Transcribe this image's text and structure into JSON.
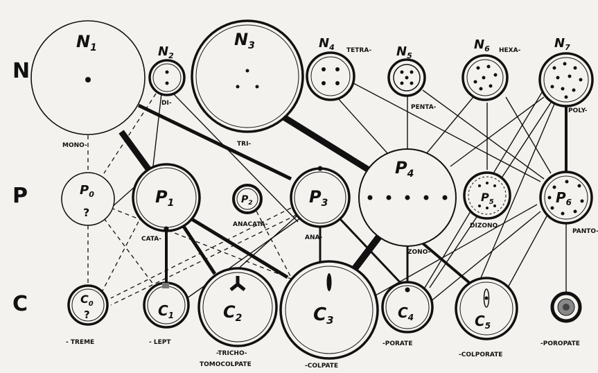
{
  "rows": {
    "n": "N",
    "p": "P",
    "c": "C"
  },
  "nodes": {
    "N1": {
      "label": "N1",
      "base": "N",
      "sub": "1",
      "tag": "MONO-"
    },
    "N2": {
      "label": "N2",
      "base": "N",
      "sub": "2",
      "tag": "DI-"
    },
    "N3": {
      "label": "N3",
      "base": "N",
      "sub": "3",
      "tag": "TRI-"
    },
    "N4": {
      "label": "N4",
      "base": "N",
      "sub": "4",
      "tag": "TETRA-"
    },
    "N5": {
      "label": "N5",
      "base": "N",
      "sub": "5",
      "tag": "PENTA-"
    },
    "N6": {
      "label": "N6",
      "base": "N",
      "sub": "6",
      "tag": "HEXA-"
    },
    "N7": {
      "label": "N7",
      "base": "N",
      "sub": "7",
      "tag": "POLY-"
    },
    "P0": {
      "label": "P0",
      "base": "P",
      "sub": "0",
      "mark": "?"
    },
    "P1": {
      "label": "P1",
      "base": "P",
      "sub": "1",
      "tag": "CATA-"
    },
    "P2": {
      "label": "P2",
      "base": "P",
      "sub": "2",
      "tag": "ANACATA-"
    },
    "P3": {
      "label": "P3",
      "base": "P",
      "sub": "3",
      "tag": "ANA-"
    },
    "P4": {
      "label": "P4",
      "base": "P",
      "sub": "4",
      "tag": "ZONO-"
    },
    "P5": {
      "label": "P5",
      "base": "P",
      "sub": "5",
      "tag": "DIZONO-"
    },
    "P6": {
      "label": "P6",
      "base": "P",
      "sub": "6",
      "tag": "PANTO-"
    },
    "C0": {
      "label": "C0",
      "base": "C",
      "sub": "0",
      "mark": "?",
      "tag": "- TREME"
    },
    "C1": {
      "label": "C1",
      "base": "C",
      "sub": "1",
      "tag": "- LEPT"
    },
    "C2": {
      "label": "C2",
      "base": "C",
      "sub": "2",
      "tag": "-TRICHO-",
      "tag2": "TOMOCOLPATE"
    },
    "C3": {
      "label": "C3",
      "base": "C",
      "sub": "3",
      "tag": "-COLPATE"
    },
    "C4": {
      "label": "C4",
      "base": "C",
      "sub": "4",
      "tag": "-PORATE"
    },
    "C5": {
      "label": "C5",
      "base": "C",
      "sub": "5",
      "tag": "-COLPORATE"
    },
    "C6": {
      "label": "",
      "tag": "-POROPATE"
    }
  },
  "colors": {
    "ink": "#111111",
    "paper": "#f4f2ee"
  }
}
